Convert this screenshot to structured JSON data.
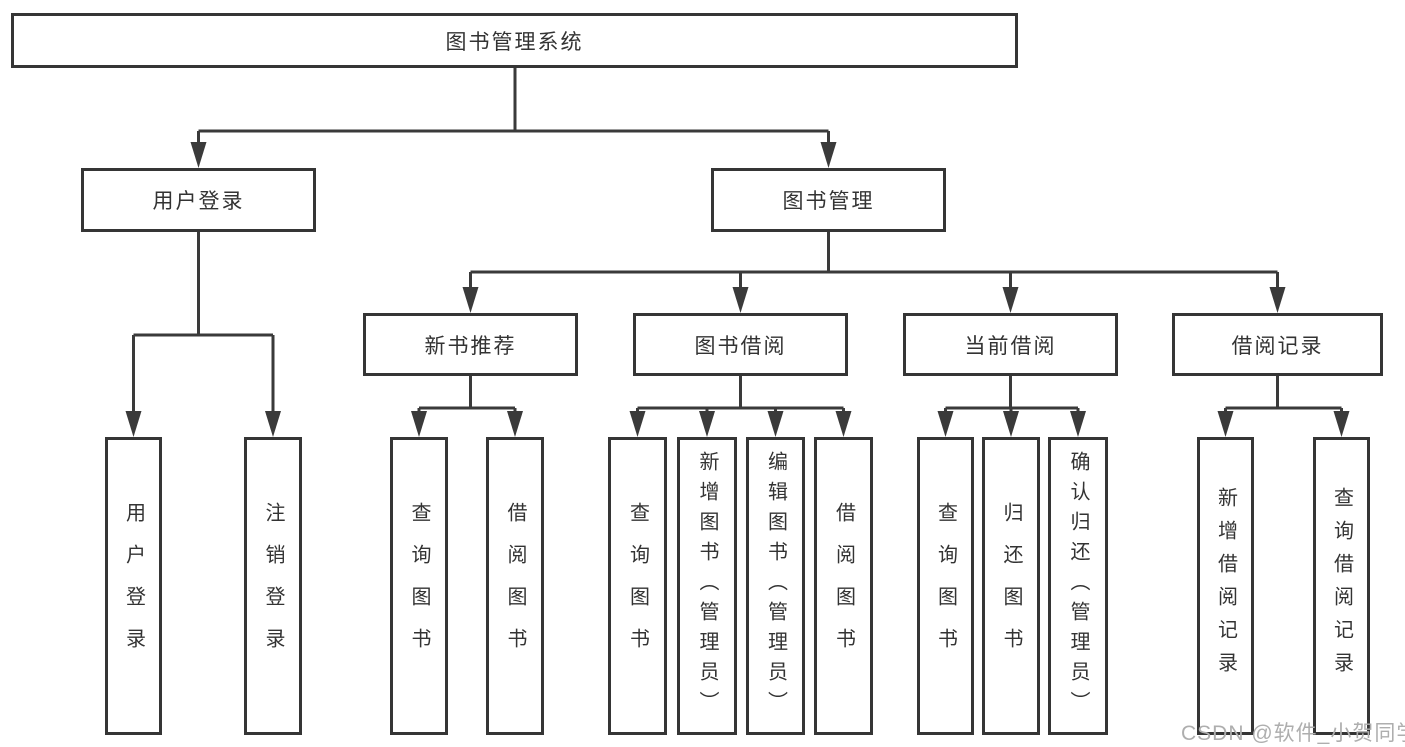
{
  "diagram": {
    "title": "图书管理系统",
    "root": {
      "label": "图书管理系统"
    },
    "level2": [
      {
        "label": "用户登录"
      },
      {
        "label": "图书管理"
      }
    ],
    "level3": [
      {
        "label": "新书推荐"
      },
      {
        "label": "图书借阅"
      },
      {
        "label": "当前借阅"
      },
      {
        "label": "借阅记录"
      }
    ],
    "leaves": {
      "user_login": [
        "用户登录",
        "注销登录"
      ],
      "new_book": [
        "查询图书",
        "借阅图书"
      ],
      "book_borrow": [
        "查询图书",
        "新增图书（管理员）",
        "编辑图书（管理员）",
        "借阅图书"
      ],
      "current_borrow": [
        "查询图书",
        "归还图书",
        "确认归还（管理员）"
      ],
      "borrow_record": [
        "新增借阅记录",
        "查询借阅记录"
      ]
    }
  },
  "watermark": "CSDN @软件_小贺同学",
  "colors": {
    "line": "#3a3a3a",
    "border": "#353535",
    "text": "#333333",
    "watermark": "#aeaeae",
    "background": "#ffffff"
  }
}
